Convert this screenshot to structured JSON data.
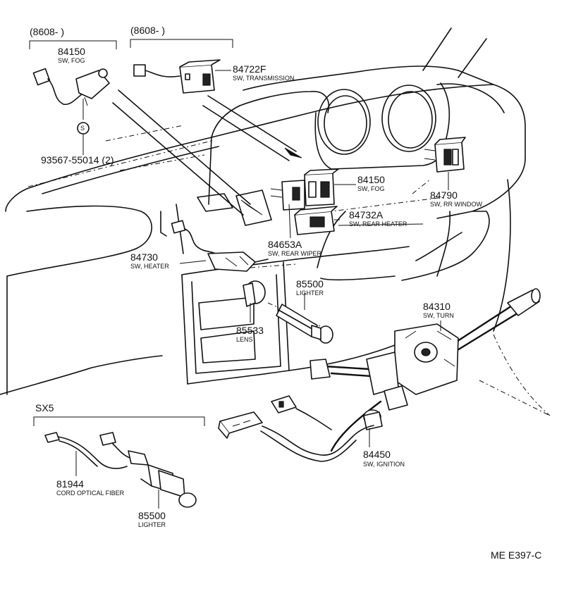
{
  "groups": {
    "g1_header": "(8608-        )",
    "g2_header": "(8608-        )",
    "sx5_header": "SX5"
  },
  "parts": {
    "p84150_top": {
      "number": "84150",
      "name": "SW, FOG"
    },
    "p93567": {
      "number": "93567-55014 (2)",
      "symbol": "S"
    },
    "p84722f": {
      "number": "84722F",
      "name": "SW, TRANSMISSION"
    },
    "p84150_mid": {
      "number": "84150",
      "name": "SW, FOG"
    },
    "p84790": {
      "number": "84790",
      "name": "SW, RR WINDOW"
    },
    "p84732a": {
      "number": "84732A",
      "name": "SW, REAR HEATER"
    },
    "p84653a": {
      "number": "84653A",
      "name": "SW, REAR WIPER"
    },
    "p84730": {
      "number": "84730",
      "name": "SW, HEATER"
    },
    "p85500_mid": {
      "number": "85500",
      "name": "LIGHTER"
    },
    "p85533": {
      "number": "85533",
      "name": "LENS"
    },
    "p84310": {
      "number": "84310",
      "name": "SW, TURN"
    },
    "p84450": {
      "number": "84450",
      "name": "SW, IGNITION"
    },
    "p81944": {
      "number": "81944",
      "name": "CORD OPTICAL FIBER"
    },
    "p85500_bot": {
      "number": "85500",
      "name": "LIGHTER"
    }
  },
  "footer": {
    "code": "ME E397-C"
  },
  "icons": [
    "fog-switch-icon",
    "transmission-switch-icon",
    "screw-icon",
    "turn-switch-icon",
    "lighter-icon",
    "ignition-switch-icon",
    "heater-switch-icon"
  ]
}
